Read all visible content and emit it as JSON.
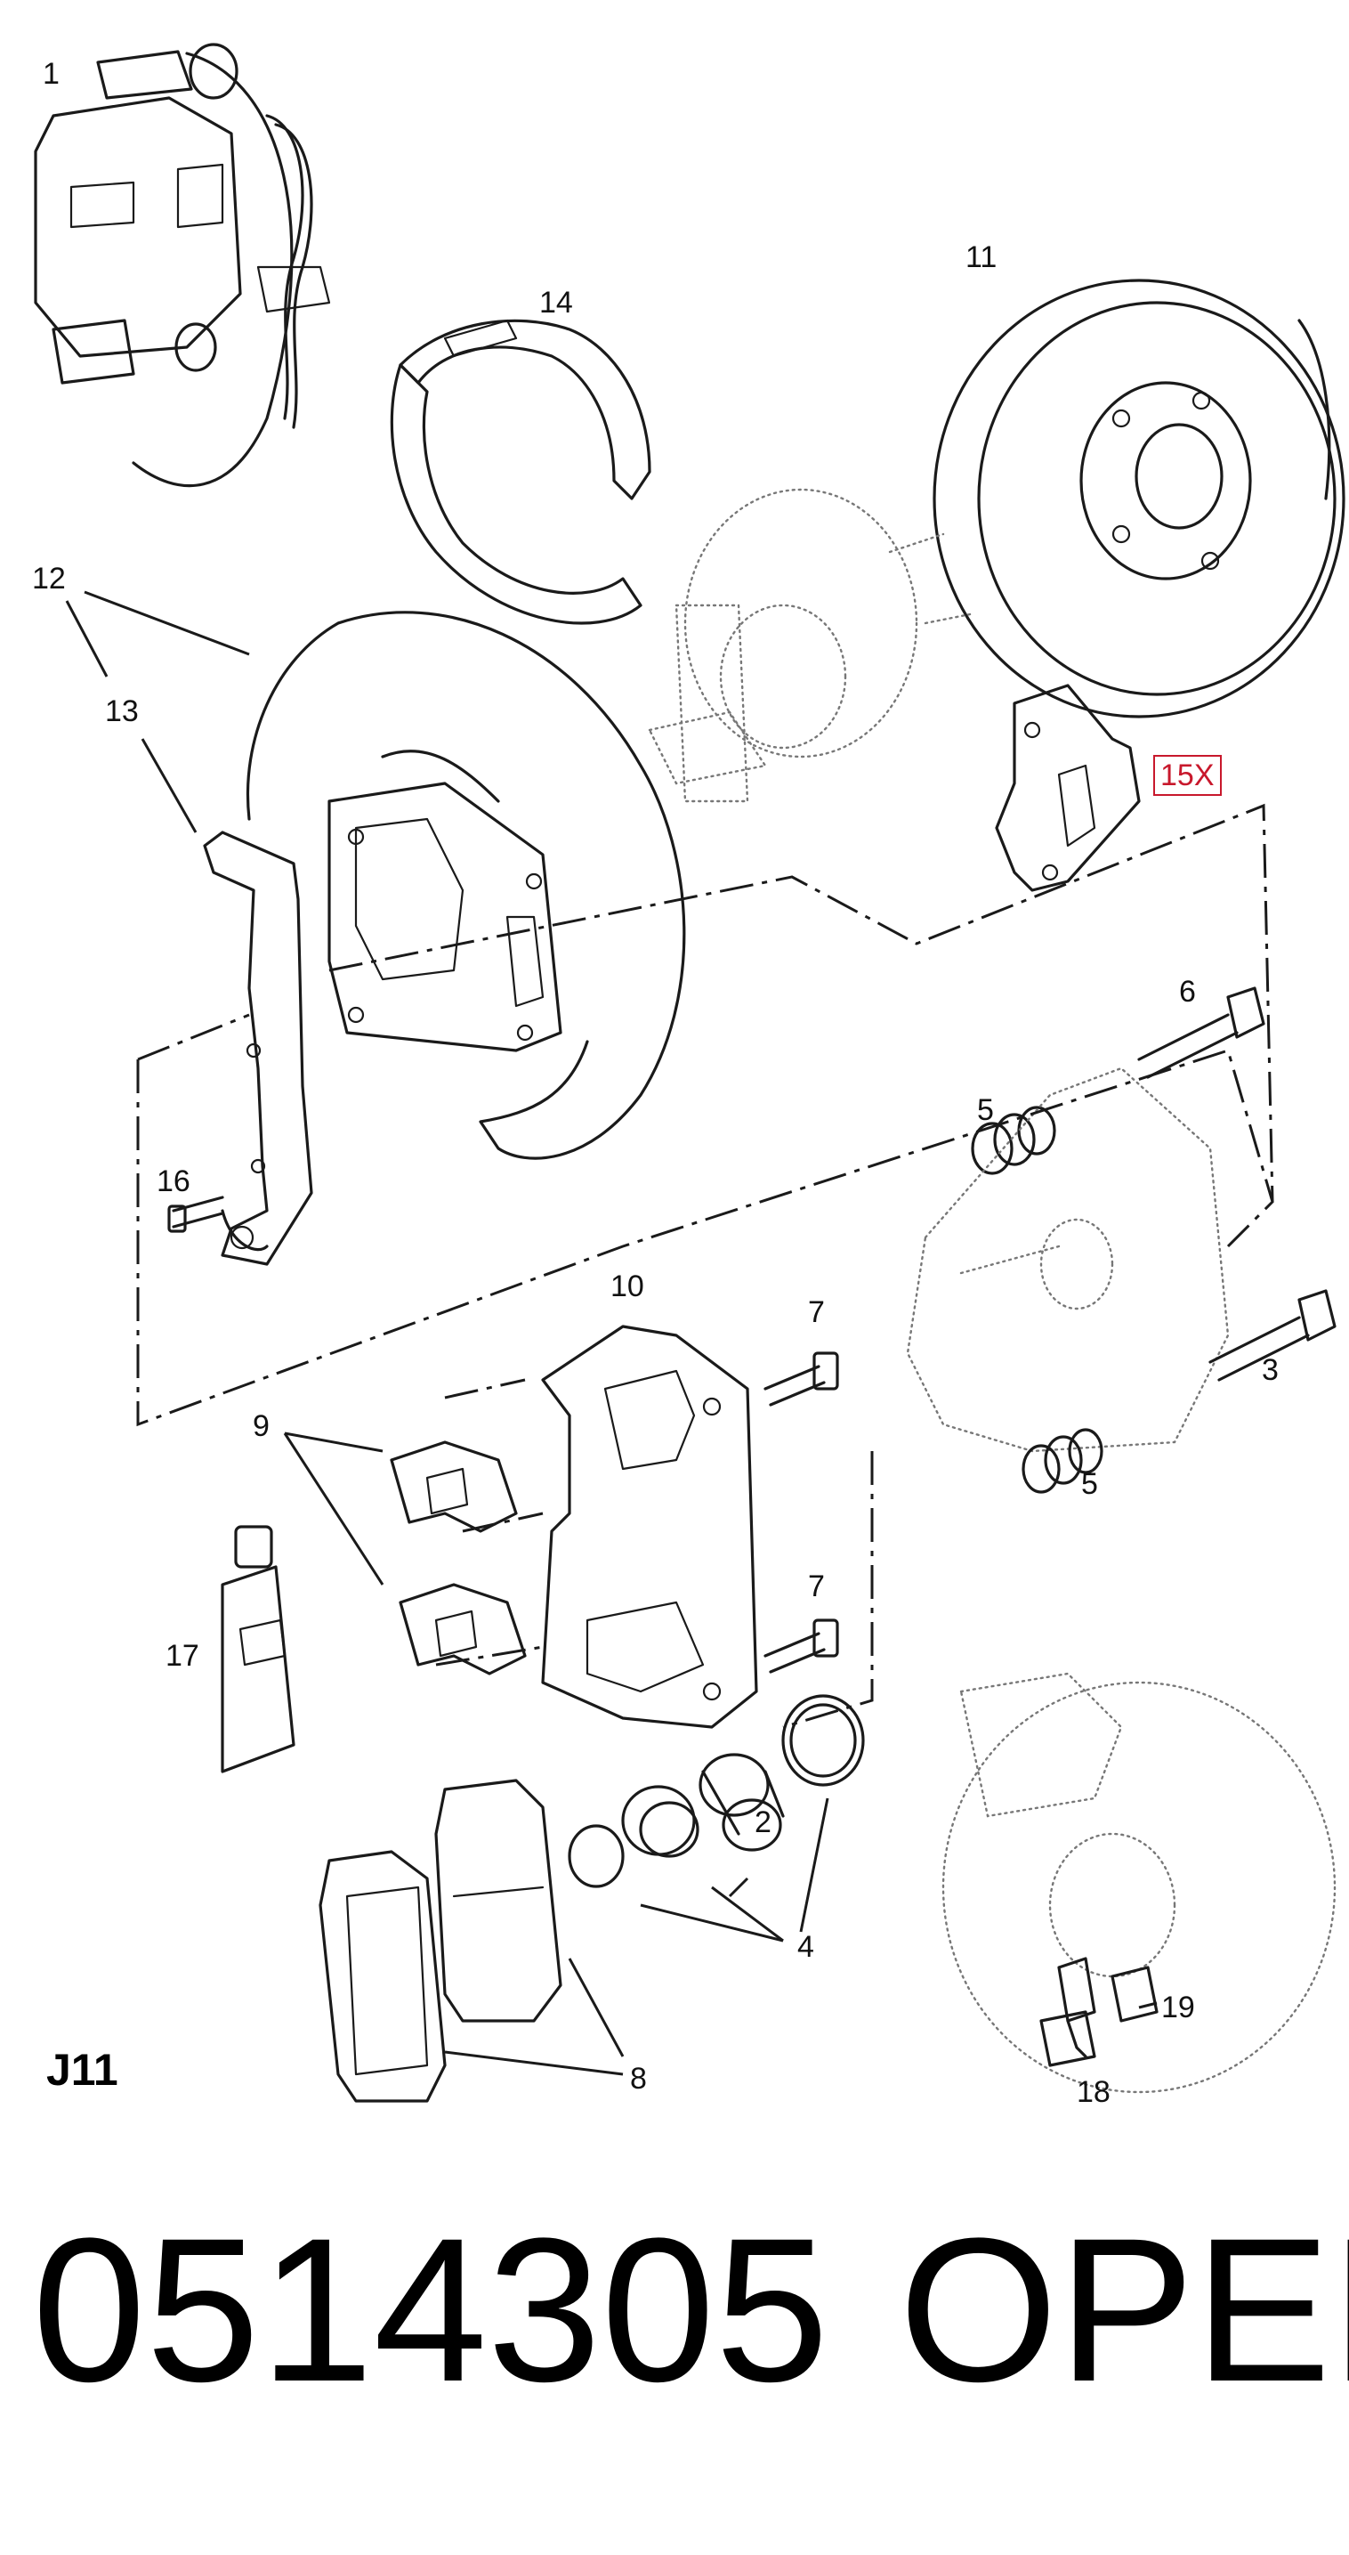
{
  "callouts": {
    "c1": "1",
    "c2": "2",
    "c3": "3",
    "c4": "4",
    "c5a": "5",
    "c5b": "5",
    "c6": "6",
    "c7a": "7",
    "c7b": "7",
    "c8": "8",
    "c9": "9",
    "c10": "10",
    "c11": "11",
    "c12": "12",
    "c13": "13",
    "c14": "14",
    "c15": "15X",
    "c16": "16",
    "c17": "17",
    "c18": "18",
    "c19": "19"
  },
  "section_code": "J11",
  "footer": {
    "part_number": "0514305",
    "brand": "OPEL"
  },
  "colors": {
    "line": "#1a1a1a",
    "highlight": "#c8182c"
  }
}
